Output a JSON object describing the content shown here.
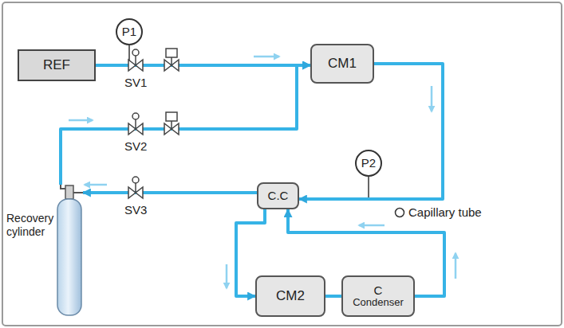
{
  "diagram": {
    "nodes": [
      {
        "text": [
          "P1"
        ]
      },
      {
        "text": [
          "REF"
        ]
      },
      {
        "text": [
          "CM1"
        ]
      },
      {
        "text": [
          "P2"
        ]
      },
      {
        "text": [
          "C.C"
        ]
      },
      {
        "text": [
          "Recovery cylinder"
        ]
      },
      {
        "text": [
          "CM2"
        ]
      },
      {
        "text": [
          "C",
          "Condenser"
        ]
      }
    ],
    "edges": [
      {
        "from": 1,
        "to": 2,
        "arrow": "to"
      },
      {
        "from": 5,
        "to": 2,
        "arrow": "to"
      },
      {
        "from": 2,
        "to": 4,
        "arrow": "to"
      },
      {
        "from": 4,
        "to": 5,
        "arrow": "to"
      },
      {
        "from": 4,
        "to": 6,
        "arrow": "to"
      },
      {
        "from": 6,
        "to": 7,
        "arrow": "none"
      },
      {
        "from": 7,
        "to": 4,
        "arrow": "to"
      }
    ],
    "labels": [
      "SV1",
      "SV2",
      "SV3",
      "Capillary tube"
    ]
  }
}
